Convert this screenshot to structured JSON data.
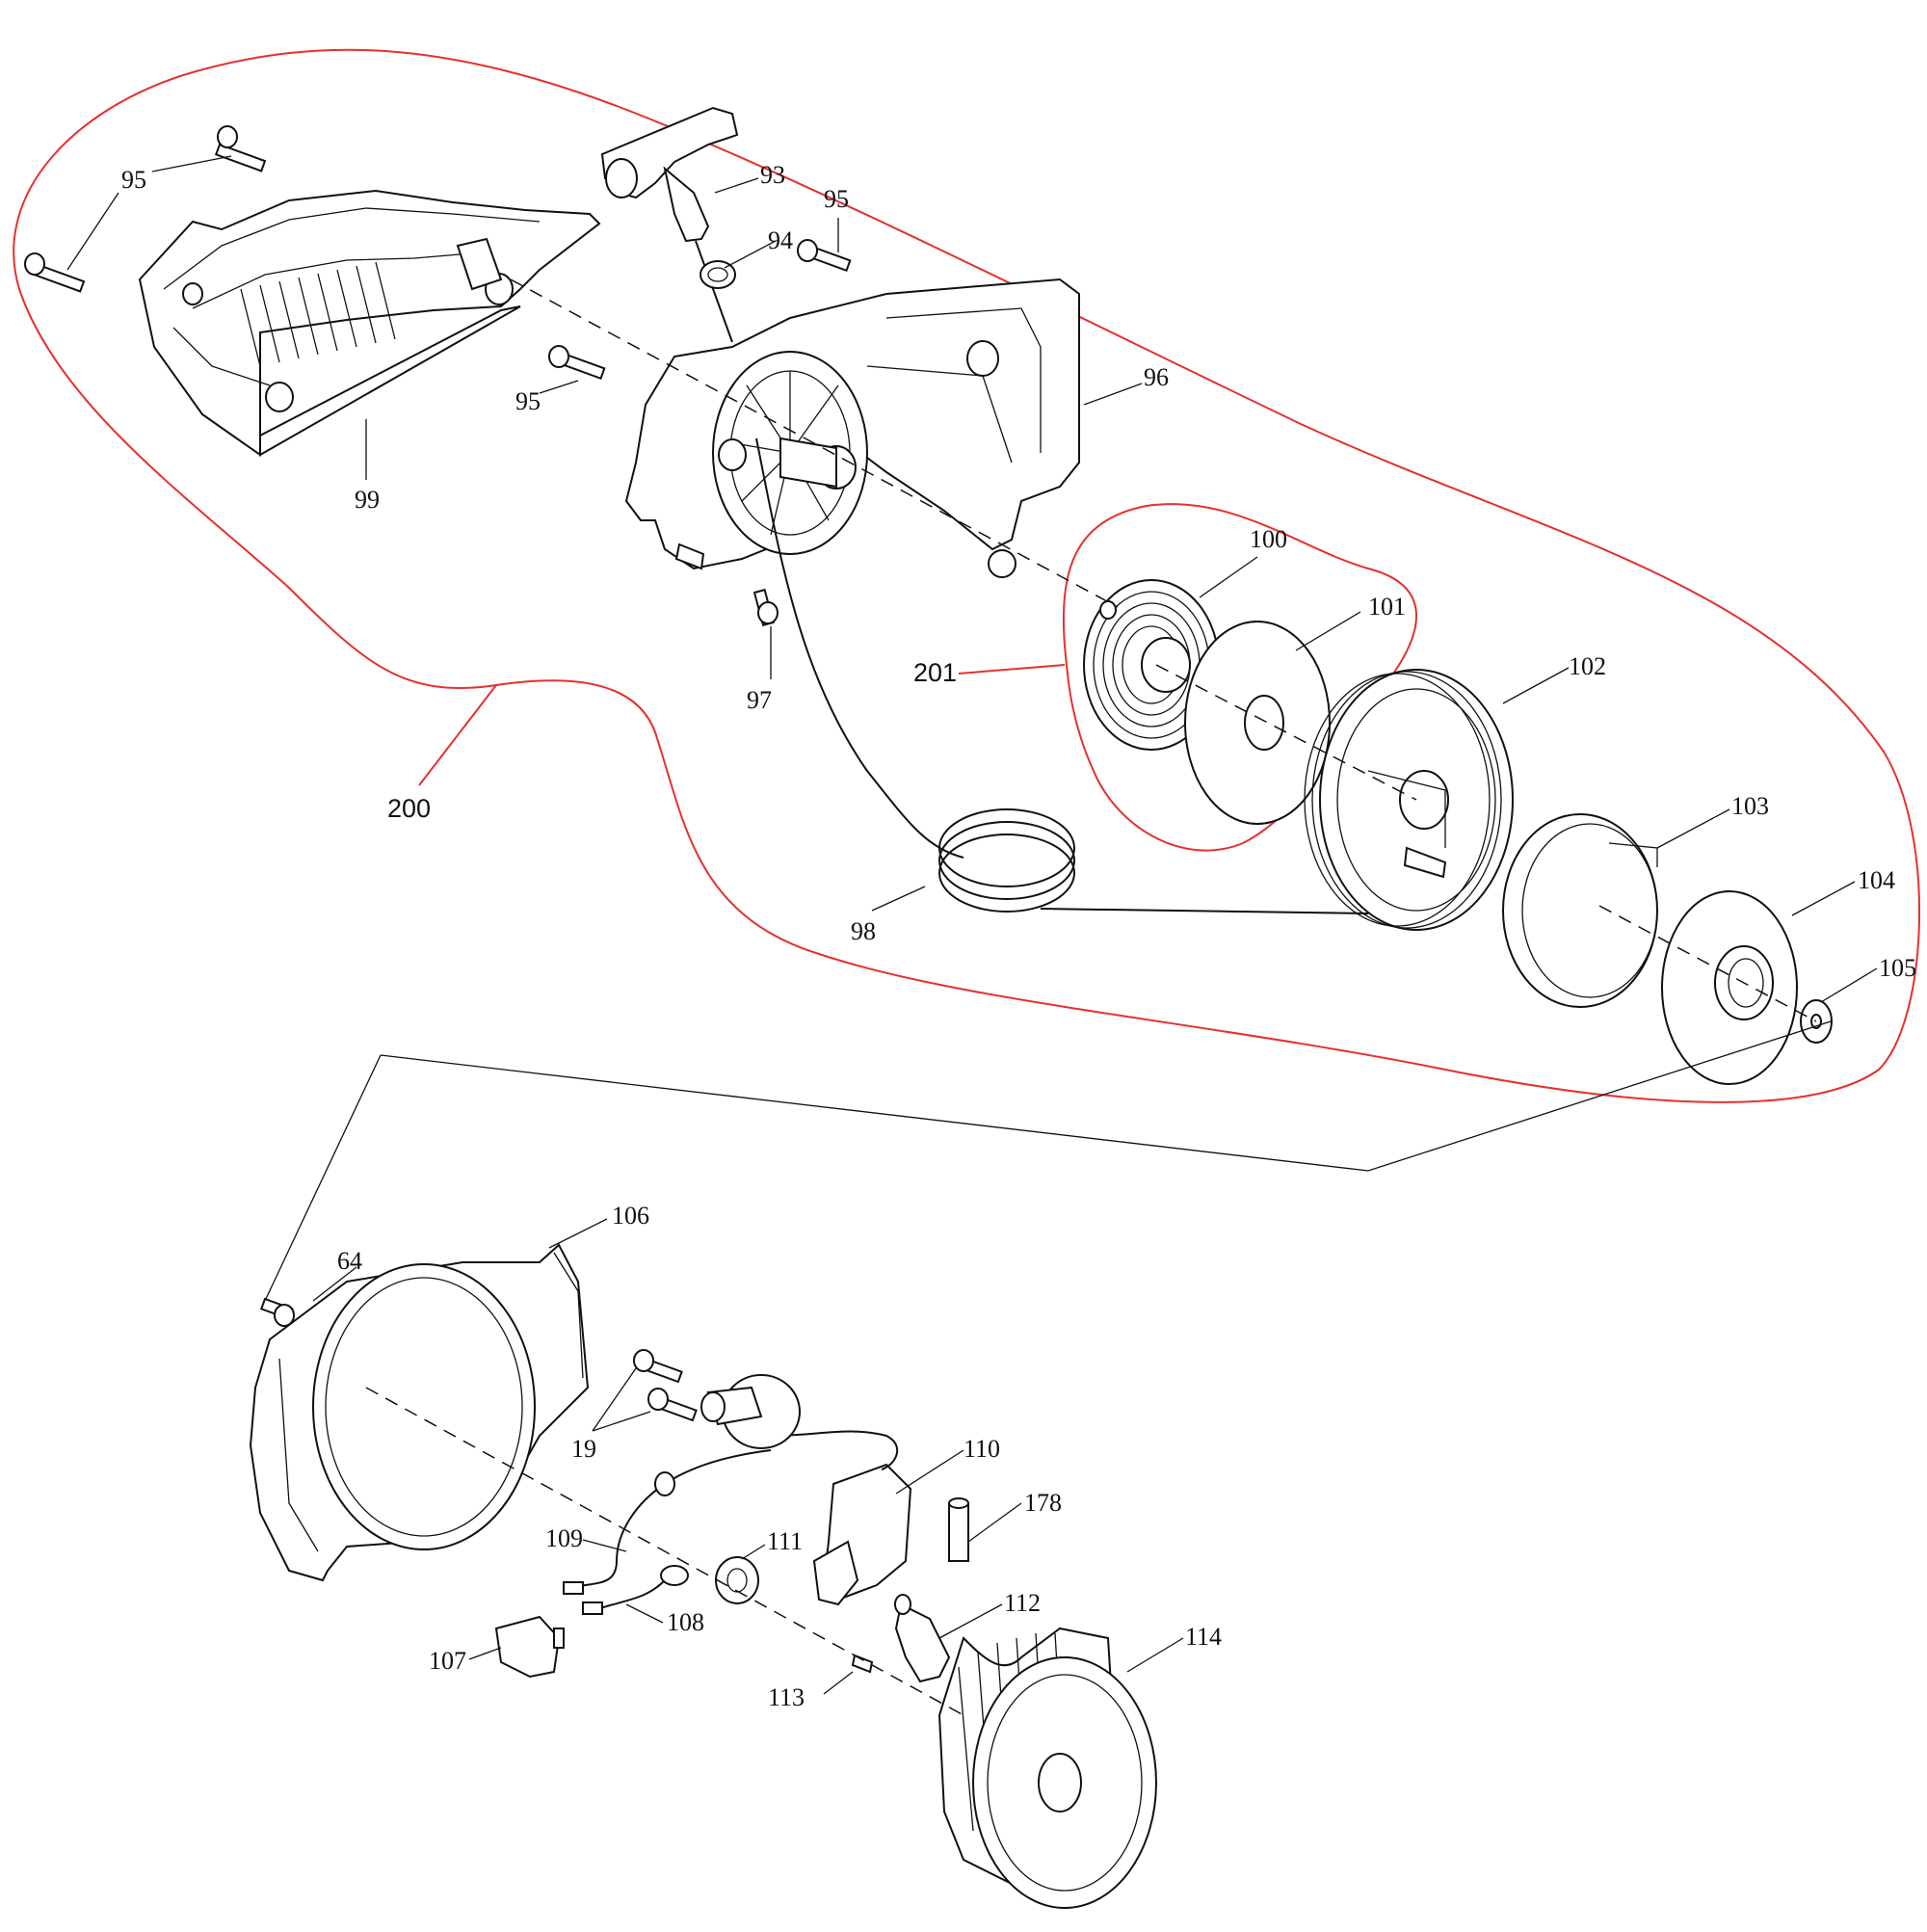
{
  "labels": {
    "p93": "93",
    "p94": "94",
    "p95a": "95",
    "p95b": "95",
    "p95c": "95",
    "p96": "96",
    "p97": "97",
    "p98": "98",
    "p99": "99",
    "p100": "100",
    "p101": "101",
    "p102": "102",
    "p103": "103",
    "p104": "104",
    "p105": "105",
    "p200": "200",
    "p201": "201",
    "p64": "64",
    "p106": "106",
    "p19": "19",
    "p110": "110",
    "p178": "178",
    "p109": "109",
    "p111": "111",
    "p108": "108",
    "p107": "107",
    "p112": "112",
    "p113": "113",
    "p114": "114"
  },
  "colors": {
    "line": "#111111",
    "group_outline": "#e53030",
    "background": "#ffffff"
  }
}
